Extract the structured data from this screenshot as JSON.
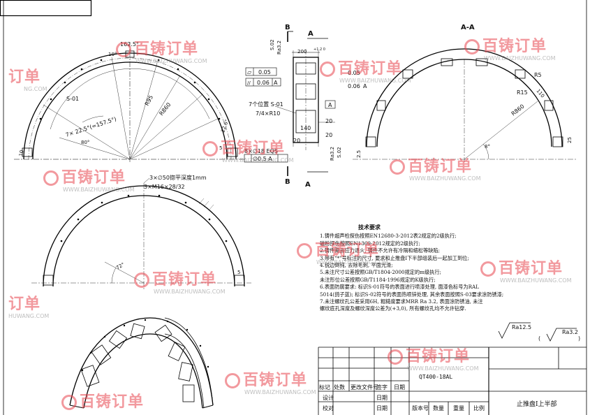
{
  "views": {
    "section_label": "A-A",
    "cut_label_b_top": "B",
    "cut_label_a_top": "A",
    "cut_label_b_bottom": "B",
    "cut_label_a_bottom": "A"
  },
  "front_view": {
    "angle_top": "162.5°",
    "angle_10": "10°",
    "label_s01": "S-01",
    "angle_7x": "7× 22.5°(=157.5°)",
    "angle_80": "80°",
    "r895": "R95",
    "r860": "R860",
    "dim_22": "22.6°",
    "dim_10_left": "10",
    "dim_5": "5"
  },
  "side_view": {
    "dim_s02_top": "S.02",
    "dim_ra32_top": "Ra3.2",
    "dim_200": "200",
    "tol_200": "+1.2\n0",
    "flat_symbol": "▱",
    "flat_val": "0.05",
    "parallel_symbol": "//",
    "parallel_val": "0.06",
    "datum_a": "A",
    "flat_val_r": "0.05",
    "parallel_val_r": "0.06",
    "datum_a_r": "A",
    "seven_pos": "7个位置 S-01",
    "hole_spec": "7/4×R10",
    "datum_box": "A",
    "dim_20_r": "20",
    "dim_140": "140",
    "dim_20_b": "20",
    "dim_20_l": "20",
    "dim_s02_bottom": "S.02",
    "dim_ra32_bottom": "Ra3.2",
    "holes_8x": "8×∅18 EQS",
    "pos_tol": "∅0.5 A"
  },
  "section_view": {
    "r5": "R5",
    "r15": "R15",
    "dim_110": "110",
    "r860": "R860",
    "angle_8": "8°",
    "dim_25": "25",
    "dim_25b": "2.5"
  },
  "lower_view": {
    "holes_spec_1": "3×∅50锪平深度1mm",
    "holes_spec_2": "3×M16×28/32",
    "angle_72": "72°",
    "dim_5": "5"
  },
  "tech_notes": {
    "title": "技术要求",
    "lines": [
      "1.铸件超声检探伤按照EN12680-3-2012表2规定的2级执行;",
      "  磁粉探伤按照EN1369-2012规定的2级执行;",
      "2.铸件需去应力退火, 铸件不允许有冷隔和缩松等缺陷;",
      "3.带有\"*\"号标注的尺寸, 要求和止推盘I下半部组装后一起加工到位;",
      "4.锐边倒钝, 去除毛刺, 平面光滑;",
      "5.未注尺寸公差按照GB/T1804-2000规定的m级执行;",
      "  未注形位公差按照GB/T1184-1996规定的K级执行;",
      "6.表面防腐要求: 标识S-01符号的表面进行喷漆处理, 面漆色标号为RAL",
      "  5014(鸽子蓝); 标识S-02符号的表面热喷锌处理, 其余表面按照S-03要求涂防锈漆;",
      "7.未注螺纹孔公差采用6H, 粗糙度要求MRR Ra 3.2, 表面涂防锈油, 未注",
      "  螺纹底孔深度及螺纹深度公差为(+3,0), 所有螺纹孔均不允许钻穿."
    ]
  },
  "roughness": {
    "general": "Ra12.5",
    "paren_open": "(",
    "other": "Ra3.2",
    "paren_close": ")"
  },
  "title_block": {
    "material": "QT400-18AL",
    "part_name": "止推盘I上半部",
    "col_mark": "标记",
    "col_count": "处数",
    "col_doc": "更改文件号",
    "col_sign": "签字",
    "col_date": "日期",
    "row_design": "设计",
    "row_check": "校对",
    "date1": "日期",
    "date2": "日期",
    "version": "版本号",
    "quantity": "数量",
    "weight": "重量",
    "scale": "比例"
  },
  "watermark": {
    "brand": "百铸订单",
    "url": "WWW.BAIZHUWANG.COM",
    "partial_a": "订单",
    "partial_b": "NG.COM",
    "partial_c": "HUWANG.COM"
  }
}
